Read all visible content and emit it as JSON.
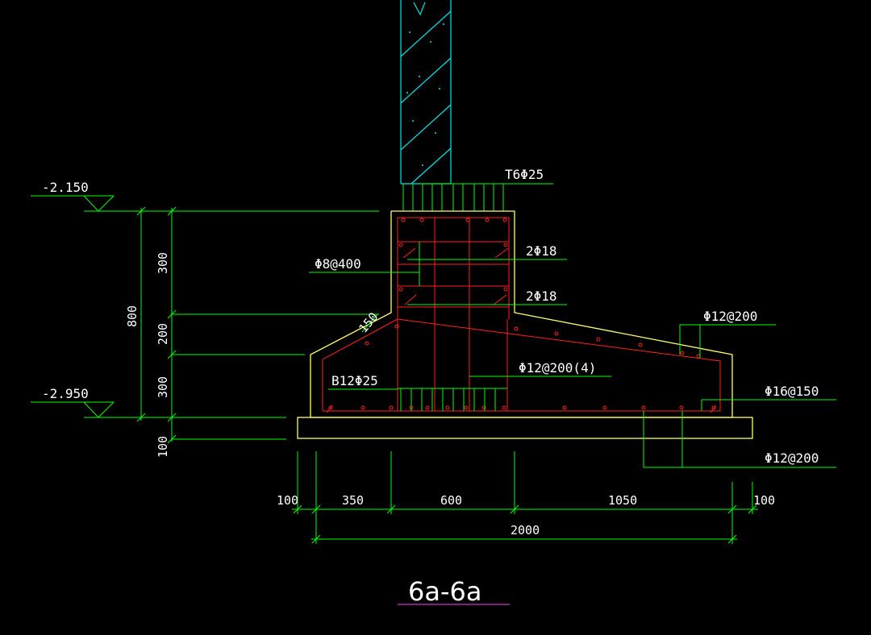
{
  "colors": {
    "background": "#000000",
    "dimension": "#00ff00",
    "concrete_outline": "#ffff66",
    "rebar": "#ff2020",
    "column": "#00e5e5",
    "text": "#ffffff",
    "title_underline": "#cc33cc"
  },
  "elevations": {
    "top": "-2.150",
    "bottom": "-2.950"
  },
  "vertical_dims": {
    "d1": "300",
    "d2": "200",
    "d3": "300",
    "total": "800",
    "pad": "100"
  },
  "horizontal_dims": {
    "h1": "100",
    "h2": "350",
    "h3": "600",
    "h4": "1050",
    "h5": "100",
    "total": "2000"
  },
  "annotations": {
    "column_bars": "T6Φ25",
    "stirrup": "Φ8@400",
    "side_bar_1": "2Φ18",
    "side_bar_2": "2Φ18",
    "slope": "150",
    "top_dist": "Φ12@200",
    "stirrup_4": "Φ12@200(4)",
    "bottom_main": "B12Φ25",
    "bottom_dist_1": "Φ16@150",
    "bottom_dist_2": "Φ12@200"
  },
  "title": "6a-6a"
}
